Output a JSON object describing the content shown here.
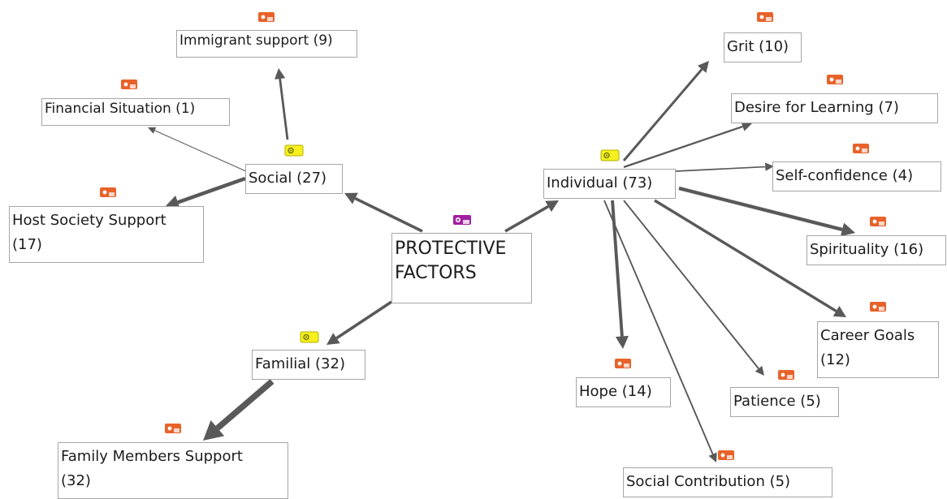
{
  "diagram": {
    "root": {
      "id": "root",
      "label": "PROTECTIVE\nFACTORS",
      "icon": "code-set-icon-magenta"
    },
    "categories": [
      {
        "id": "social",
        "label": "Social (27)",
        "icon": "code-icon-yellow"
      },
      {
        "id": "individual",
        "label": "Individual (73)",
        "icon": "code-icon-yellow"
      },
      {
        "id": "familial",
        "label": "Familial (32)",
        "icon": "code-icon-yellow"
      }
    ],
    "codes": [
      {
        "id": "immigrant",
        "label": "Immigrant support (9)",
        "parent": "social",
        "weight": 9
      },
      {
        "id": "financial",
        "label": "Financial Situation (1)",
        "parent": "social",
        "weight": 1
      },
      {
        "id": "host",
        "label": "Host Society Support\n(17)",
        "parent": "social",
        "weight": 17
      },
      {
        "id": "family",
        "label": "Family Members Support\n(32)",
        "parent": "familial",
        "weight": 32
      },
      {
        "id": "grit",
        "label": "Grit (10)",
        "parent": "individual",
        "weight": 10
      },
      {
        "id": "desire",
        "label": "Desire for Learning (7)",
        "parent": "individual",
        "weight": 7
      },
      {
        "id": "selfconf",
        "label": "Self-confidence (4)",
        "parent": "individual",
        "weight": 4
      },
      {
        "id": "spirit",
        "label": "Spirituality (16)",
        "parent": "individual",
        "weight": 16
      },
      {
        "id": "career",
        "label": "Career Goals\n(12)",
        "parent": "individual",
        "weight": 12
      },
      {
        "id": "patience",
        "label": "Patience (5)",
        "parent": "individual",
        "weight": 5
      },
      {
        "id": "hope",
        "label": "Hope (14)",
        "parent": "individual",
        "weight": 14
      },
      {
        "id": "socialcontrib",
        "label": "Social Contribution (5)",
        "parent": "individual",
        "weight": 5
      }
    ],
    "colors": {
      "arrow": "#595959",
      "node_border": "#a6a6a6",
      "code_icon": "#e8622a",
      "category_icon": "#f5f01e",
      "root_icon": "#a020a0"
    }
  }
}
